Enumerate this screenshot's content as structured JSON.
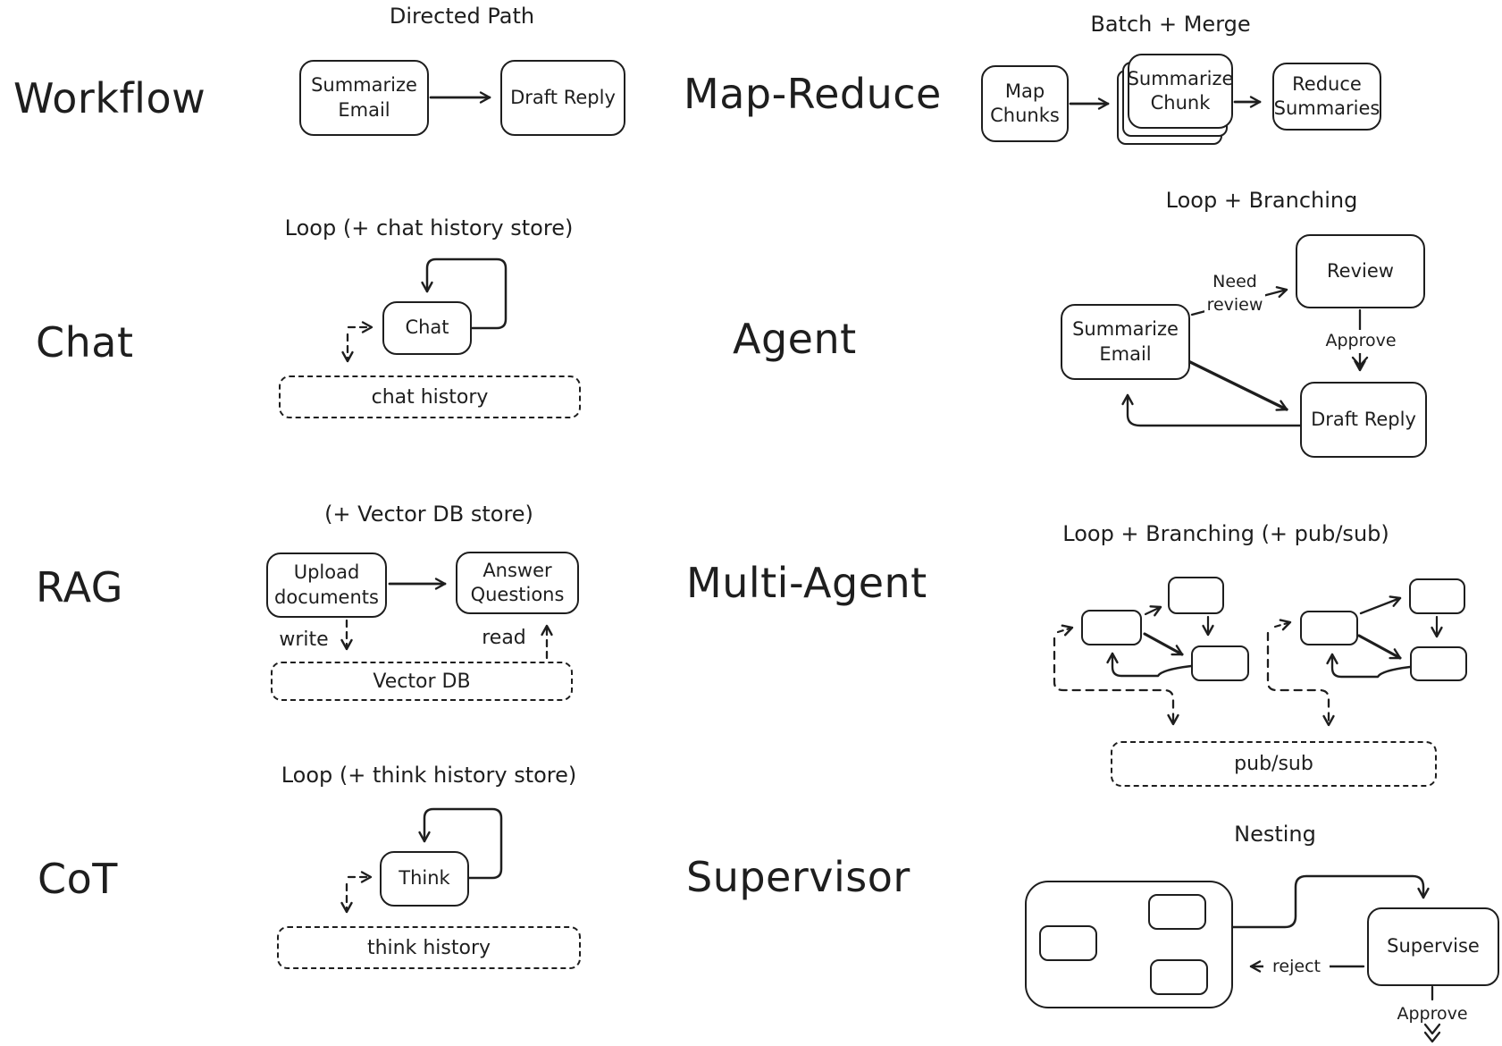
{
  "canvas": {
    "background": "#ffffff",
    "ink": "#1e1e1e"
  },
  "sections": [
    {
      "id": "workflow",
      "label": "Workflow",
      "pattern_title": "Directed Path",
      "nodes": [
        {
          "label": "Summarize Email"
        },
        {
          "label": "Draft Reply"
        }
      ]
    },
    {
      "id": "map-reduce",
      "label": "Map-Reduce",
      "pattern_title": "Batch + Merge",
      "nodes": [
        {
          "label": "Map Chunks"
        },
        {
          "label": "Summarize Chunk"
        },
        {
          "label": "Reduce Summaries"
        }
      ]
    },
    {
      "id": "chat",
      "label": "Chat",
      "pattern_title": "Loop (+ chat history store)",
      "nodes": [
        {
          "label": "Chat"
        }
      ],
      "store": {
        "label": "chat history"
      }
    },
    {
      "id": "agent",
      "label": "Agent",
      "pattern_title": "Loop + Branching",
      "nodes": [
        {
          "label": "Summarize Email"
        },
        {
          "label": "Review"
        },
        {
          "label": "Draft Reply"
        }
      ],
      "edges": {
        "need_review": "Need review",
        "approve": "Approve"
      }
    },
    {
      "id": "rag",
      "label": "RAG",
      "pattern_title": "(+ Vector DB store)",
      "nodes": [
        {
          "label": "Upload documents"
        },
        {
          "label": "Answer Questions"
        }
      ],
      "edges": {
        "write": "write",
        "read": "read"
      },
      "store": {
        "label": "Vector DB"
      }
    },
    {
      "id": "multi-agent",
      "label": "Multi-Agent",
      "pattern_title": "Loop + Branching (+ pub/sub)",
      "store": {
        "label": "pub/sub"
      }
    },
    {
      "id": "cot",
      "label": "CoT",
      "pattern_title": "Loop (+ think history store)",
      "nodes": [
        {
          "label": "Think"
        }
      ],
      "store": {
        "label": "think history"
      }
    },
    {
      "id": "supervisor",
      "label": "Supervisor",
      "pattern_title": "Nesting",
      "nodes": [
        {
          "label": "Supervise"
        }
      ],
      "edges": {
        "reject": "reject",
        "approve": "Approve"
      }
    }
  ]
}
